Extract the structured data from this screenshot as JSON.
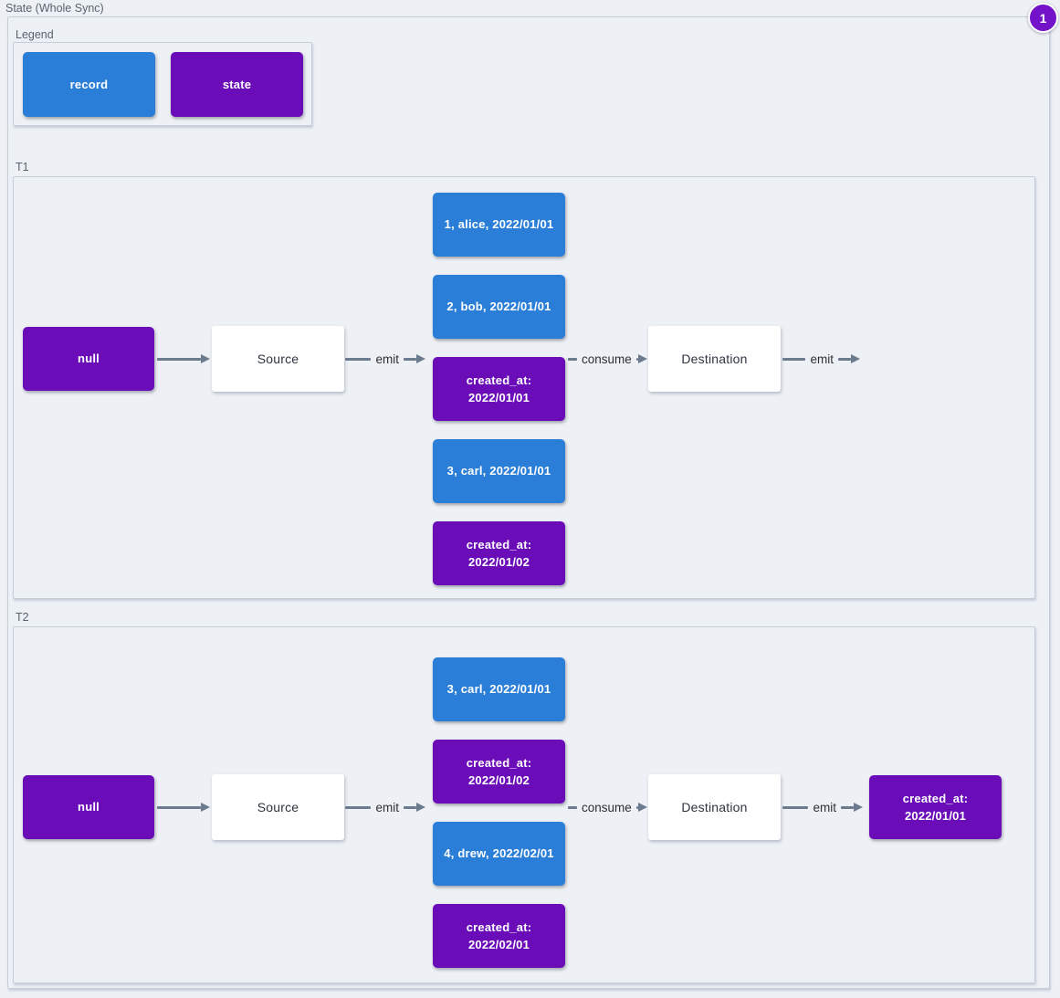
{
  "title": "State (Whole Sync)",
  "badge": "1",
  "colors": {
    "record_blue": "#2b7ed7",
    "state_purple": "#6a0db8",
    "badge_purple": "#7312c9",
    "background": "#edf0f4",
    "arrow_gray": "#6b7a8d"
  },
  "legend": {
    "label": "Legend",
    "record": "record",
    "state": "state"
  },
  "t1": {
    "label": "T1",
    "input_state": "null",
    "source": "Source",
    "emit_label": "emit",
    "consume_label": "consume",
    "destination": "Destination",
    "emit_out_label": "emit",
    "stream": [
      {
        "label": "1, alice, 2022/01/01",
        "type": "record"
      },
      {
        "label": "2, bob, 2022/01/01",
        "type": "record"
      },
      {
        "label": "created_at:\n2022/01/01",
        "type": "state"
      },
      {
        "label": "3, carl, 2022/01/01",
        "type": "record"
      },
      {
        "label": "created_at:\n2022/01/02",
        "type": "state"
      }
    ]
  },
  "t2": {
    "label": "T2",
    "input_state": "null",
    "source": "Source",
    "emit_label": "emit",
    "consume_label": "consume",
    "destination": "Destination",
    "emit_out_label": "emit",
    "stream": [
      {
        "label": "3, carl, 2022/01/01",
        "type": "record"
      },
      {
        "label": "created_at:\n2022/01/02",
        "type": "state"
      },
      {
        "label": "4, drew, 2022/02/01",
        "type": "record"
      },
      {
        "label": "created_at:\n2022/02/01",
        "type": "state"
      }
    ],
    "output_state": "created_at:\n2022/01/01"
  }
}
